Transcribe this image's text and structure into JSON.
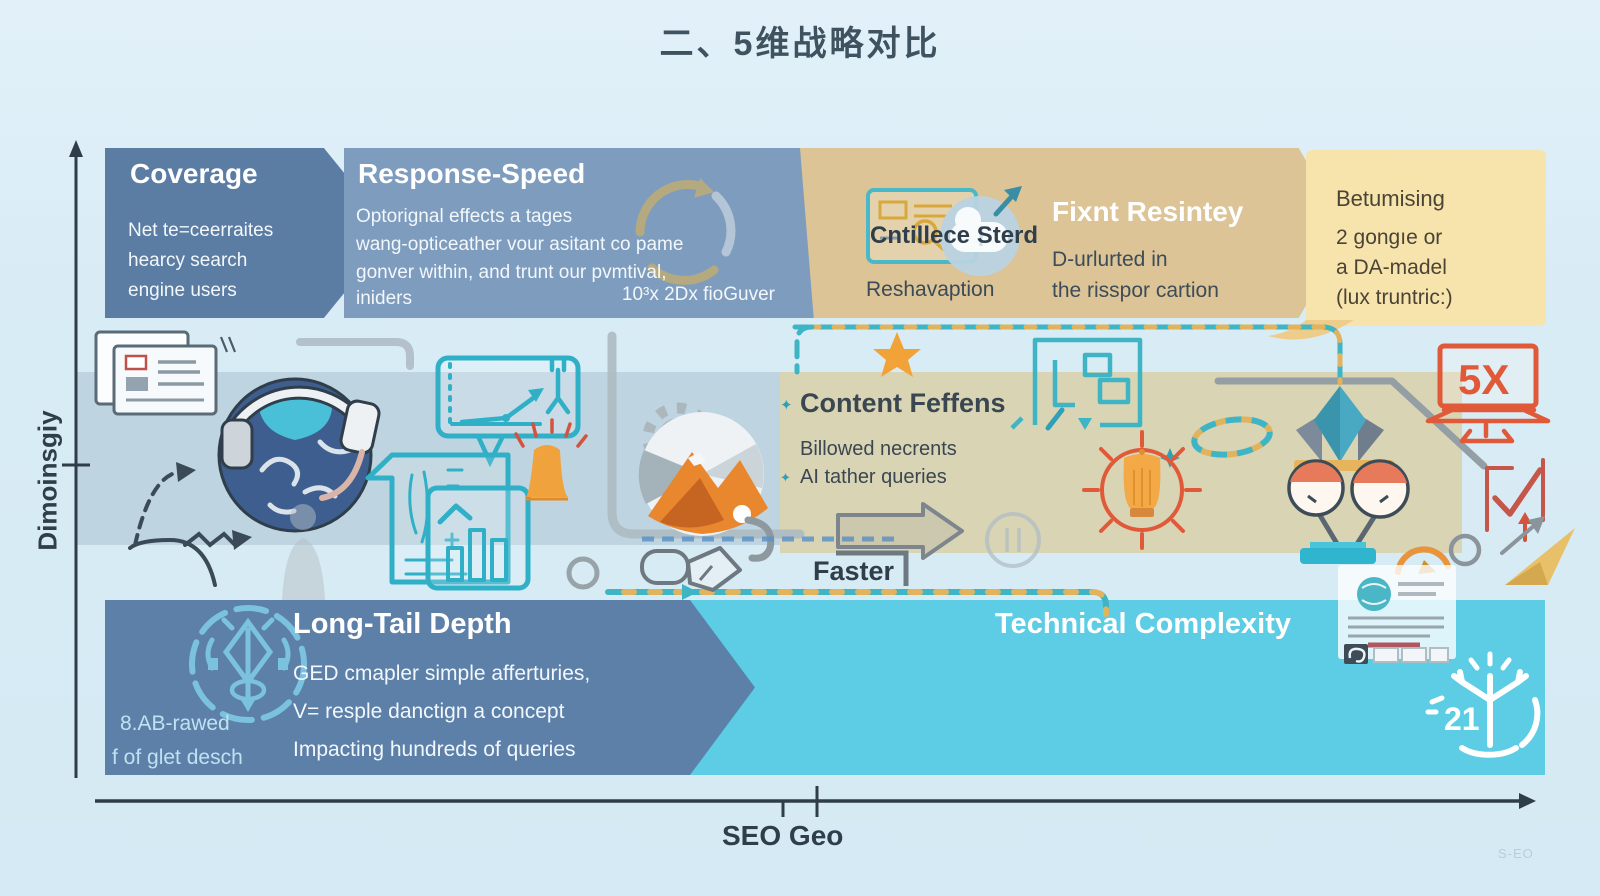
{
  "title": "二、5维战略对比",
  "axes": {
    "y_label": "Dimoinsgiy",
    "x_label": "SEO Geo",
    "watermark": "S-EO"
  },
  "sections": {
    "coverage": {
      "title": "Coverage",
      "lines": [
        "Net te=ceerraites",
        "hearcy search",
        "engine users"
      ]
    },
    "response_speed": {
      "title": "Response-Speed",
      "lines": [
        "Optorignal effects a  tages",
        "wang-opticeather vour asitant co pame",
        "gonver within, and trunt our pvmtival,",
        "iniders"
      ],
      "stat": "10³x 2Dx fioGuver"
    },
    "intelligence": {
      "label": "Cntillece Sterd",
      "sublabel": "Reshavaption"
    },
    "fixnt_resintey": {
      "title": "Fixnt Resintey",
      "lines": [
        "D-urlurted in",
        "the risspor cartion"
      ]
    },
    "betumising": {
      "title": "Betumising",
      "lines": [
        "2 gongıe or",
        "a DA-madel",
        "(lux truntric:)"
      ]
    },
    "content_feffens": {
      "title": "Content Feffens",
      "bullet": "✦",
      "lines": [
        "Billowed necrents",
        "AI tather queries"
      ]
    },
    "faster": {
      "label": "Faster"
    },
    "long_tail": {
      "title": "Long-Tail Depth",
      "side_lines": [
        "8.AB-rawed",
        "f of glet desch"
      ],
      "lines": [
        "GED cmapler simple afferturies,",
        "V= resple danctign a concept",
        "Impacting hundreds of queries"
      ]
    },
    "technical_complexity": {
      "title": "Technical Complexity"
    }
  },
  "stats": {
    "monitor": "5X",
    "tree": "21"
  },
  "colors": {
    "background": "#d9ecf6",
    "coverage_arrow": "#5b7da3",
    "response_band": "#7e9cbe",
    "tan_arrow": "#dcc496",
    "yellow_box": "#f7e3ac",
    "khaki_band": "#d9d4b4",
    "cyan_band": "#5ccde4",
    "bottom_slate": "#5d80a8",
    "teal_icon": "#2fb0c7",
    "orange": "#f0a23c",
    "red_orange": "#e05a3a",
    "dark_text": "#3c4c58"
  }
}
